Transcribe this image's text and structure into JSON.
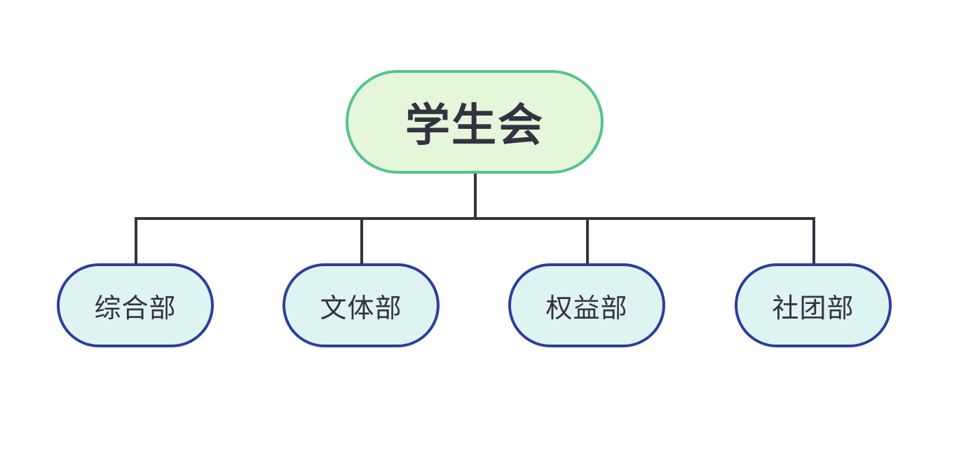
{
  "root": {
    "label": "学生会"
  },
  "children": [
    {
      "label": "综合部"
    },
    {
      "label": "文体部"
    },
    {
      "label": "权益部"
    },
    {
      "label": "社团部"
    }
  ],
  "colors": {
    "root_fill": "#e5f6da",
    "root_border": "#52c48c",
    "child_fill": "#def4f3",
    "child_border": "#2c3e9c",
    "connector": "#34323f",
    "text": "#33323f"
  }
}
